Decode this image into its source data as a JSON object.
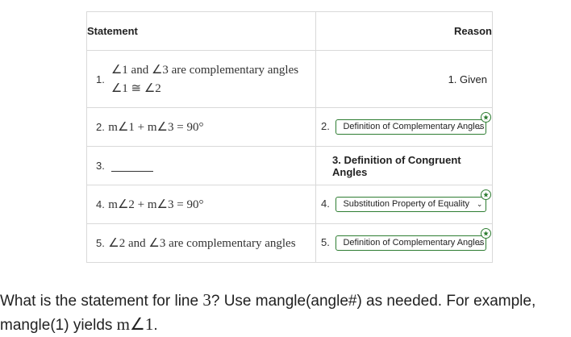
{
  "table": {
    "header": {
      "statement": "Statement",
      "reason": "Reason"
    },
    "rows": [
      {
        "num": "1.",
        "statement_lines": [
          "∠1 and ∠3 are complementary angles",
          "∠1 ≅ ∠2"
        ],
        "reason_num": "",
        "reason": "1. Given"
      },
      {
        "num": "2.",
        "statement": "m∠1 + m∠3 = 90°",
        "reason_num": "2.",
        "reason": "Definition of Complementary Angles"
      },
      {
        "num": "3.",
        "statement": "",
        "reason_num": "",
        "reason": "3. Definition of Congruent Angles"
      },
      {
        "num": "4.",
        "statement": "m∠2 + m∠3 = 90°",
        "reason_num": "4.",
        "reason": "Substitution Property of Equality"
      },
      {
        "num": "5.",
        "statement": "∠2 and ∠3 are complementary angles",
        "reason_num": "5.",
        "reason": "Definition of Complementary Angles"
      }
    ]
  },
  "question": {
    "part1": "What is the statement for line ",
    "line_number": "3",
    "part2": "? Use mangle(angle#) as needed. For example, mangle(1) yields ",
    "example": "m∠1",
    "part3": "."
  },
  "icons": {
    "dropdown": "chevron-down-icon",
    "status": "check-circle-icon"
  },
  "colors": {
    "accent_green": "#2e7d32",
    "border": "#d9d9d9"
  }
}
